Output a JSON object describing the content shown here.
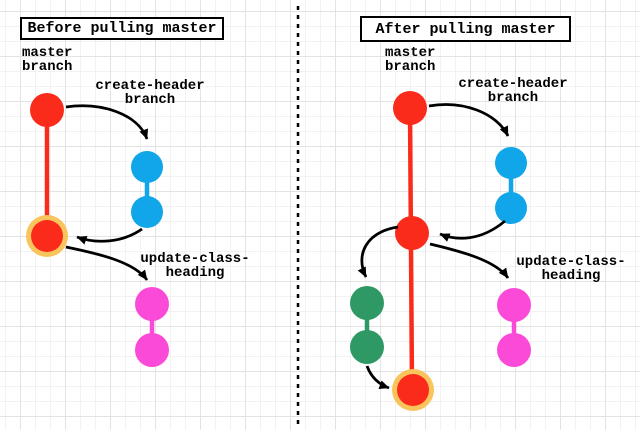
{
  "panels": {
    "before": {
      "title": "Before pulling master",
      "labels": {
        "master_branch": "master\nbranch",
        "create_header_branch": "create-header\nbranch",
        "update_class_heading": "update-class-\nheading"
      }
    },
    "after": {
      "title": "After pulling master",
      "labels": {
        "master_branch": "master\nbranch",
        "create_header_branch": "create-header\nbranch",
        "update_class_heading": "update-class-\nheading"
      }
    }
  },
  "colors": {
    "master_commit": "#FA2B1B",
    "create_header_commit": "#10A6E9",
    "update_class_commit": "#FB4AD7",
    "pulled_commit": "#2E9965",
    "head_highlight": "#FAC45C",
    "arrow": "#000000",
    "divider": "#000000",
    "text": "#000000",
    "grid_minor": "#F2F2F2",
    "grid_major": "#E3E3E3",
    "canvas": "#FFFFFF"
  }
}
